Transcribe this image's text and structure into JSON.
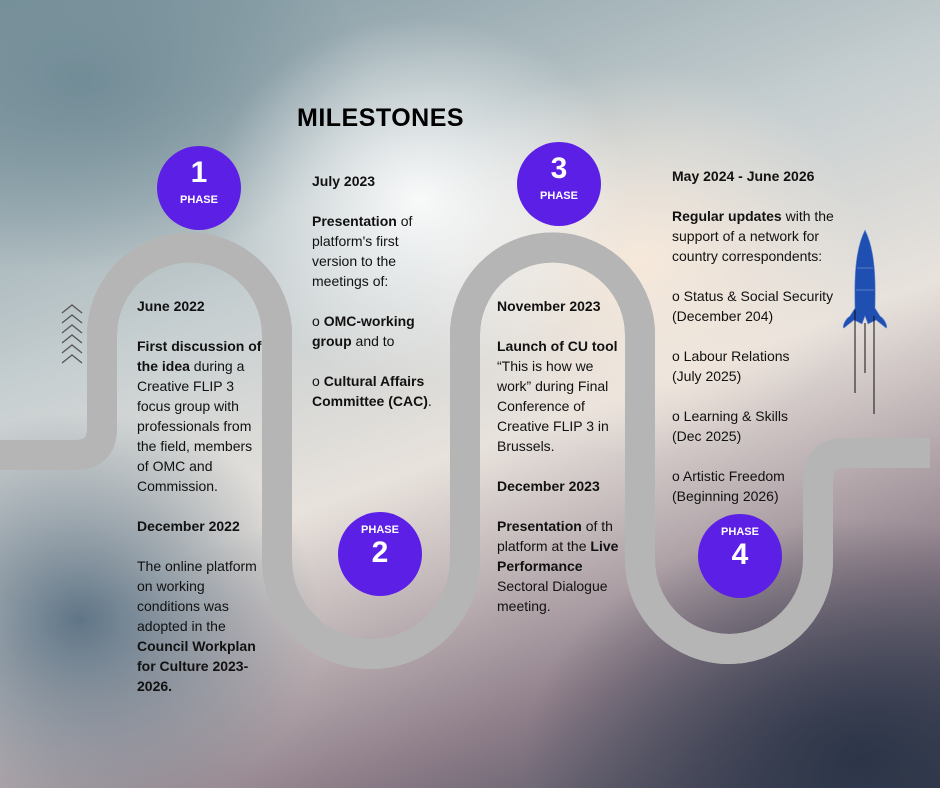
{
  "title": "MILESTONES",
  "phases": [
    {
      "number": "1",
      "label": "PHASE"
    },
    {
      "number": "2",
      "label": "PHASE"
    },
    {
      "number": "3",
      "label": "PHASE"
    },
    {
      "number": "4",
      "label": "PHASE"
    }
  ],
  "col1": {
    "date1": "June 2022",
    "bold1": "First discussion of the idea",
    "text1": " during a Creative FLIP 3 focus group with professionals from the field, members of OMC and Commission.",
    "date2": "December 2022",
    "text2": "The online platform on working conditions was adopted in the ",
    "bold2": "Council Workplan for Culture 2023-2026."
  },
  "col2": {
    "date": "July 2023",
    "bold1": "Presentation",
    "text1": " of platform's first version to the meetings of:",
    "item1_prefix": "o ",
    "item1_bold": "OMC-working group",
    "item1_text": " and to",
    "item2_prefix": "o ",
    "item2_bold": "Cultural Affairs Committee (CAC)",
    "item2_text": "."
  },
  "col3": {
    "date1": "November 2023",
    "bold1": "Launch of CU tool",
    "text1": " “This is how we work” during Final Conference of Creative FLIP 3 in Brussels.",
    "date2": "December 2023",
    "bold2": "Presentation",
    "text2": " of th platform at the ",
    "bold3": "Live Performance",
    "text3": " Sectoral Dialogue meeting."
  },
  "col4": {
    "date": "May 2024 - June 2026",
    "bold1": "Regular updates",
    "text1": " with the support of a network for country correspondents:",
    "items": [
      {
        "name": "o Status & Social Security",
        "when": "(December 204)"
      },
      {
        "name": "o Labour Relations",
        "when": "(July 2025)"
      },
      {
        "name": "o Learning & Skills",
        "when": "(Dec 2025)"
      },
      {
        "name": "o Artistic Freedom",
        "when": "(Beginning 2026)"
      }
    ]
  },
  "colors": {
    "phase": "#5c1fe6",
    "road": "#4a4a4a",
    "rocket": "#1f4fb0"
  },
  "icons": [
    "chevrons-up-icon",
    "rocket-icon"
  ]
}
